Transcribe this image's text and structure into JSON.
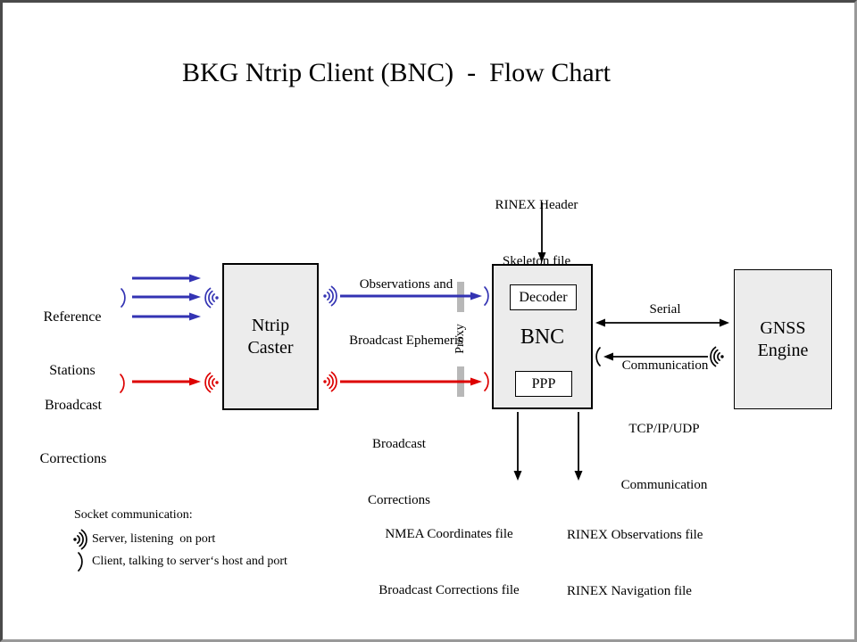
{
  "title": "BKG Ntrip Client (BNC)  -  Flow Chart",
  "colors": {
    "blue_socket": "#3333b3",
    "red_socket": "#dd0000",
    "black_line": "#000000",
    "node_fill": "#ececec",
    "proxy_bar": "#b8b8b8",
    "frame_border_dark": "#4a4a4a",
    "frame_border_light": "#999999"
  },
  "nodes": {
    "ntrip_caster": {
      "line1": "Ntrip",
      "line2": "Caster"
    },
    "bnc": {
      "label": "BNC",
      "decoder": "Decoder",
      "ppp": "PPP"
    },
    "gnss_engine": {
      "line1": "GNSS",
      "line2": "Engine"
    }
  },
  "labels": {
    "reference_stations": {
      "line1": "Reference",
      "line2": "Stations"
    },
    "broadcast_corrections_left": {
      "line1": "Broadcast",
      "line2": "Corrections"
    },
    "observations_ephemeris": {
      "line1": "Observations and",
      "line2": "Broadcast Ephemeris"
    },
    "broadcast_corrections_mid": {
      "line1": "Broadcast",
      "line2": "Corrections"
    },
    "rinex_header": {
      "line1": "RINEX Header",
      "line2": "Skeleton file"
    },
    "serial_comm": {
      "line1": "Serial",
      "line2": "Communication"
    },
    "tcp_comm": {
      "line1": "TCP/IP/UDP",
      "line2": "Communication"
    },
    "proxy": "Proxy",
    "nmea_files": {
      "line1": "NMEA Coordinates file",
      "line2": "Broadcast Corrections file"
    },
    "rinex_files": {
      "line1": "RINEX Observations file",
      "line2": "RINEX Navigation file"
    }
  },
  "legend": {
    "heading": "Socket communication:",
    "server_item": "Server, listening  on port",
    "client_item": "Client, talking to server‘s host and port"
  }
}
